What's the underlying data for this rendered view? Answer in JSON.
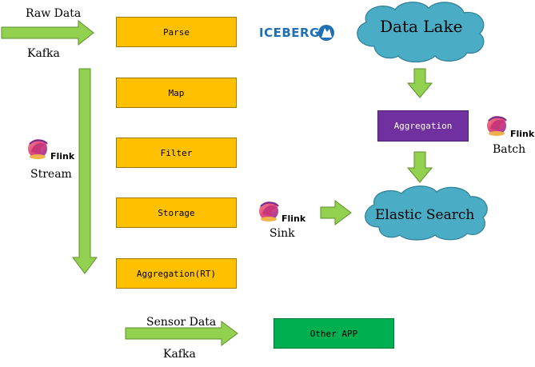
{
  "inputs": {
    "raw": {
      "title": "Raw Data",
      "source": "Kafka"
    },
    "sensor": {
      "title": "Sensor Data",
      "source": "Kafka"
    }
  },
  "stream": {
    "logo_word": "Flink",
    "label": "Stream"
  },
  "pipeline": [
    {
      "id": "parse",
      "label": "Parse"
    },
    {
      "id": "map",
      "label": "Map"
    },
    {
      "id": "filter",
      "label": "Filter"
    },
    {
      "id": "storage",
      "label": "Storage"
    },
    {
      "id": "aggregation-rt",
      "label": "Aggregation(RT)"
    }
  ],
  "iceberg": {
    "label": "ICEBERG"
  },
  "data_lake": {
    "label": "Data Lake"
  },
  "batch": {
    "box_label": "Aggregation",
    "logo_word": "Flink",
    "label": "Batch"
  },
  "sink": {
    "logo_word": "Flink",
    "label": "Sink"
  },
  "elastic": {
    "label": "Elastic Search"
  },
  "other_app": {
    "label": "Other APP"
  },
  "colors": {
    "arrow": "#92d050",
    "arrow_border": "#5f8f2a",
    "cloud": "#4bacc6",
    "cloud_border": "#2e7f95",
    "orange": "#ffc000",
    "purple": "#7030a0",
    "green": "#00b050",
    "iceberg_text": "#1f6fb5"
  }
}
